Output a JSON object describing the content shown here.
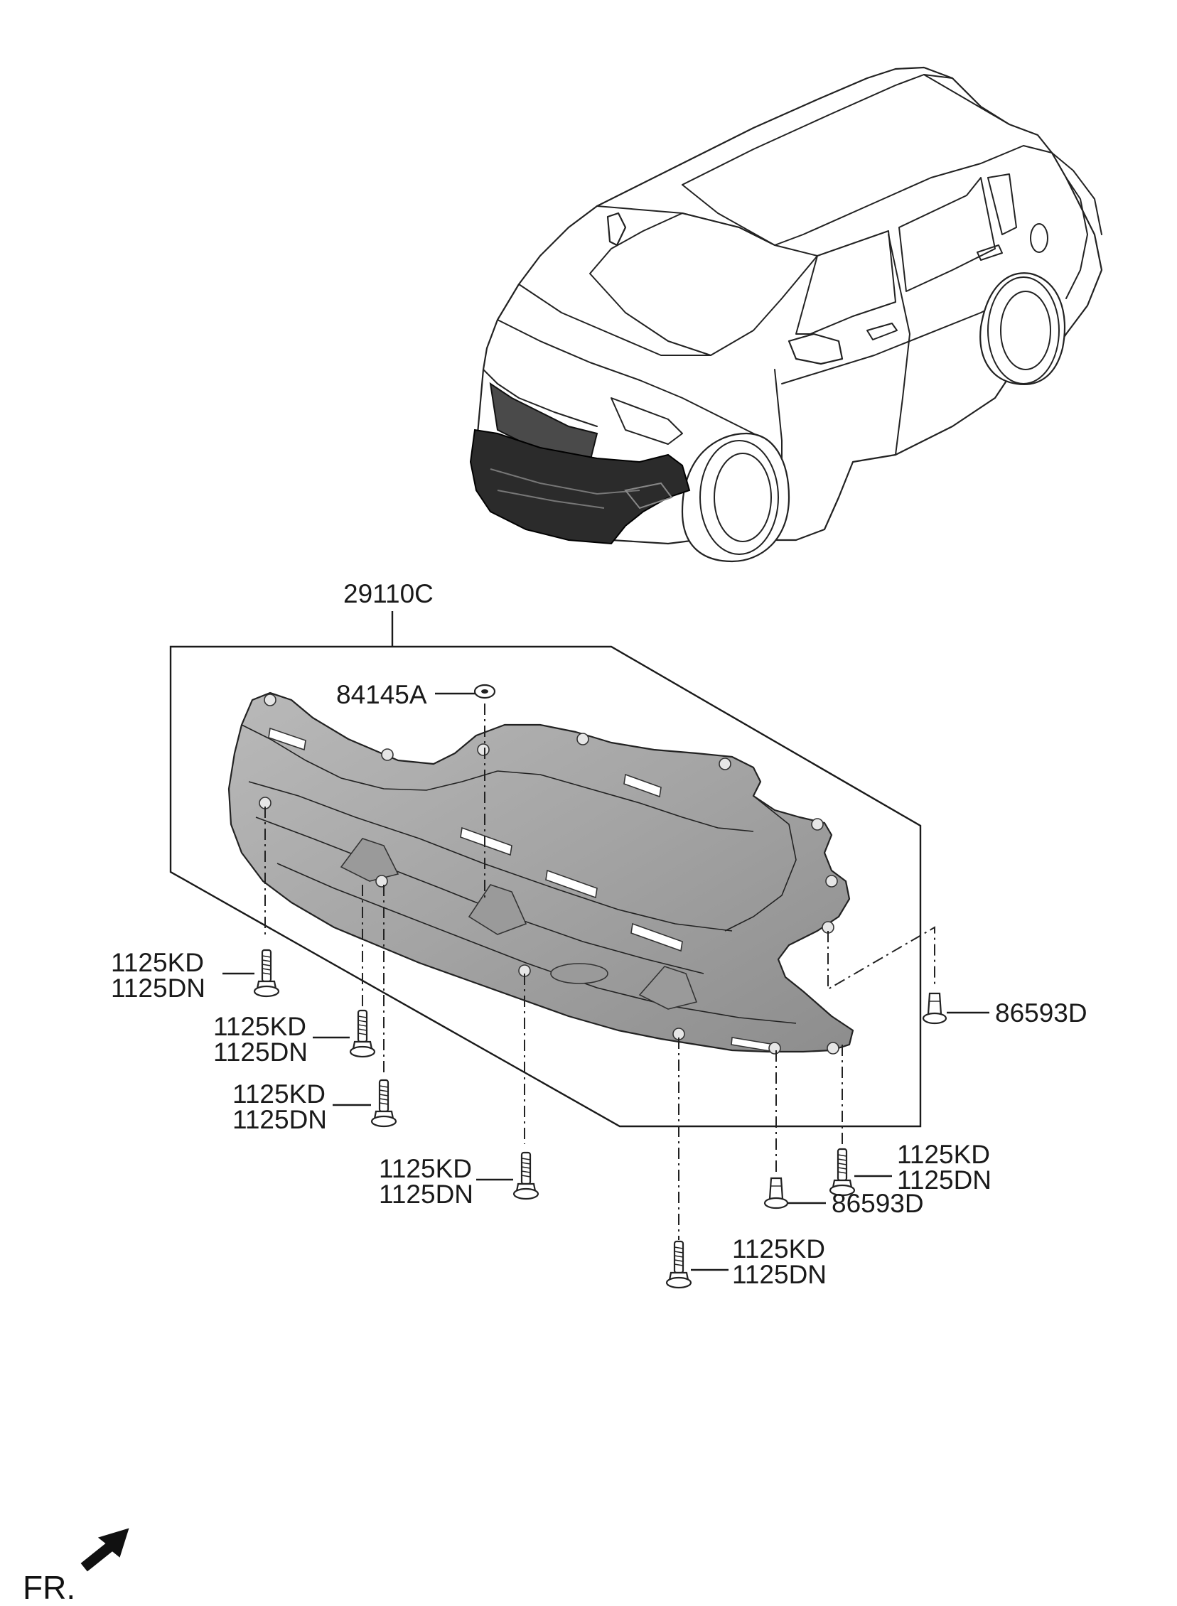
{
  "diagram": {
    "part_number": "29110C",
    "fasteners": {
      "nut": "84145A",
      "bolt_a": "1125KD",
      "bolt_b": "1125DN",
      "clip": "86593D"
    },
    "direction_label": "FR."
  },
  "colors": {
    "under_cover": "#a9a9a9",
    "under_cover_shadow": "#8e8e8e",
    "bumper_highlight": "#2b2b2b",
    "line": "#1a1a1a"
  }
}
